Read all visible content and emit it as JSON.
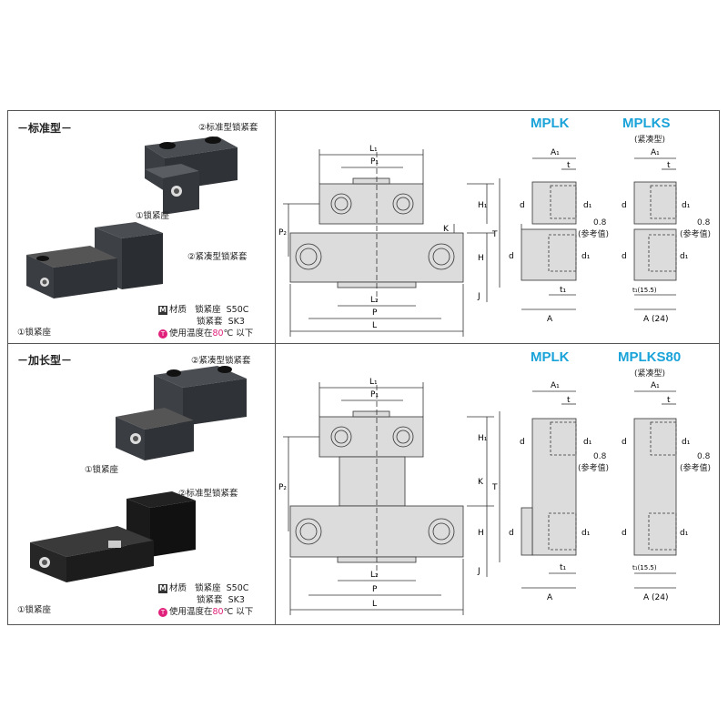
{
  "sections": [
    {
      "title": "－标准型－",
      "photo_labels": [
        "②标准型锁紧套",
        "①锁紧座",
        "②紧凑型锁紧套",
        "①锁紧座"
      ],
      "material": {
        "label": "材质",
        "rows": [
          [
            "锁紧座",
            "S50C"
          ],
          [
            "锁紧套",
            "SK3"
          ]
        ]
      },
      "temp": {
        "prefix": "使用温度在",
        "value": "80",
        "suffix": "℃ 以下"
      },
      "models": [
        {
          "name": "MPLK",
          "sub": ""
        },
        {
          "name": "MPLKS",
          "sub": "(紧凑型)"
        }
      ]
    },
    {
      "title": "－加长型－",
      "photo_labels": [
        "②紧凑型锁紧套",
        "①锁紧座",
        "②标准型锁紧套",
        "①锁紧座"
      ],
      "material": {
        "label": "材质",
        "rows": [
          [
            "锁紧座",
            "S50C"
          ],
          [
            "锁紧套",
            "SK3"
          ]
        ]
      },
      "temp": {
        "prefix": "使用温度在",
        "value": "80",
        "suffix": "℃ 以下"
      },
      "models": [
        {
          "name": "MPLK",
          "sub": ""
        },
        {
          "name": "MPLKS80",
          "sub": "(紧凑型)"
        }
      ]
    }
  ],
  "dims": {
    "L1": "L₁",
    "P1": "P₁",
    "P2": "P₂",
    "L2": "L₂",
    "P": "P",
    "L": "L",
    "H1": "H₁",
    "H": "H",
    "K": "K",
    "T": "T",
    "J": "J",
    "A1": "A₁",
    "A": "A",
    "A24": "A (24)",
    "t": "t",
    "t1": "t₁",
    "t1_155": "t₁(15.5)",
    "d": "d",
    "d1": "d₁",
    "gap": "0.8",
    "ref": "(参考值)"
  },
  "colors": {
    "accent_blue": "#1aa3d9",
    "accent_pink": "#e0207a",
    "part_fill": "#dcdcdc"
  }
}
